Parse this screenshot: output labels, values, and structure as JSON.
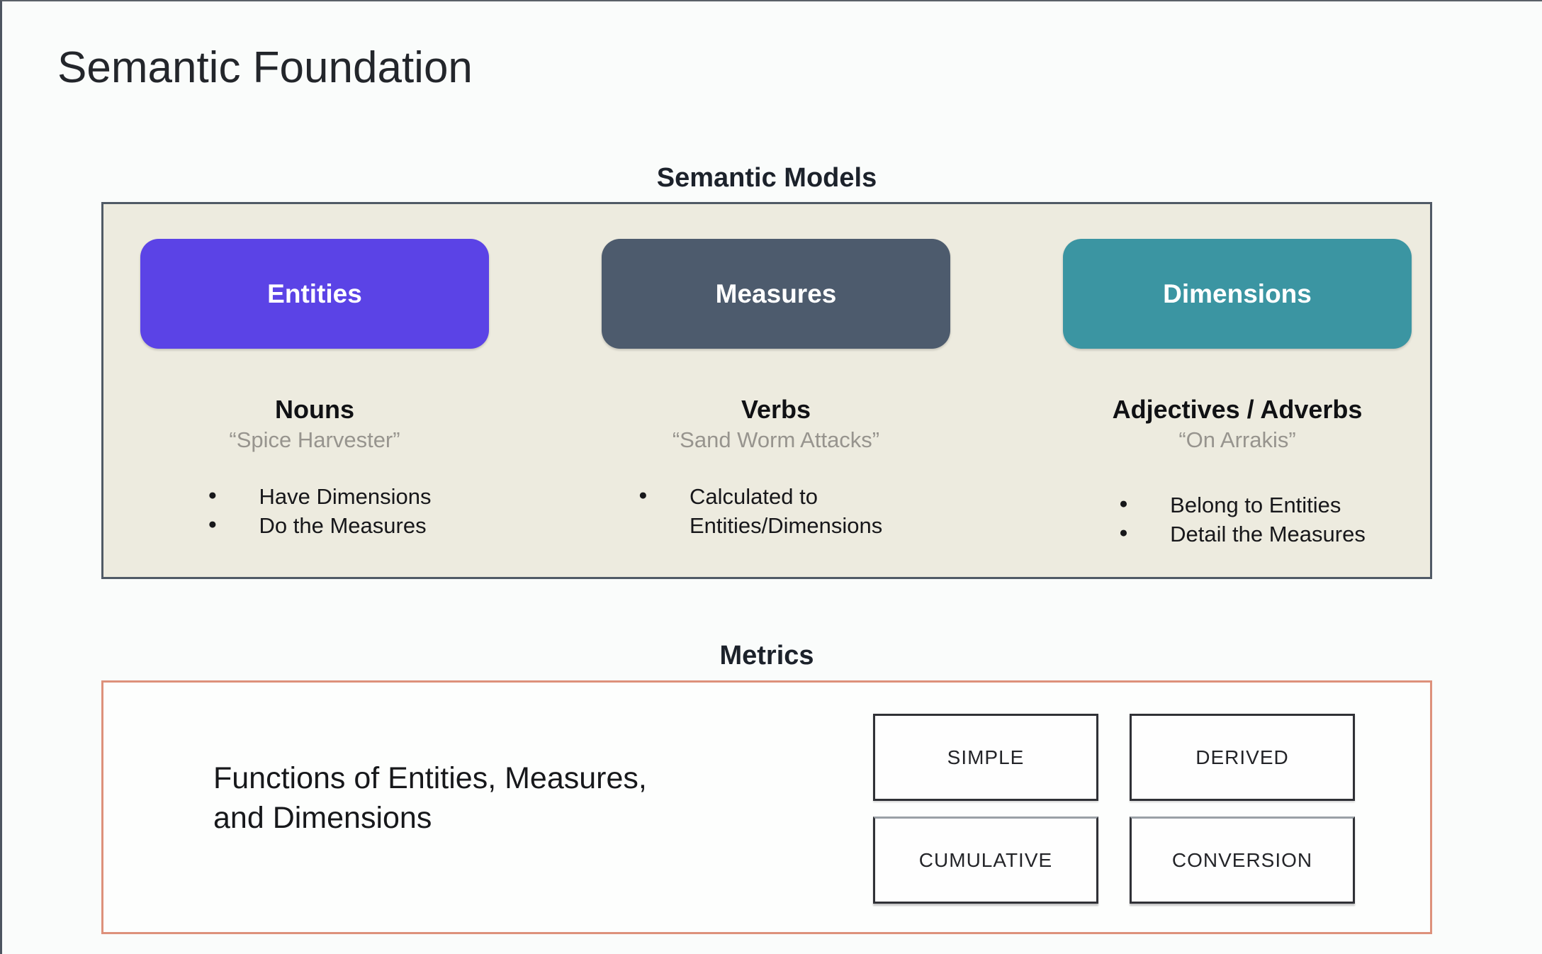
{
  "title": "Semantic Foundation",
  "semantic_models": {
    "heading": "Semantic Models",
    "columns": [
      {
        "pill": "Entities",
        "pill_color": "#5b43e6",
        "category": "Nouns",
        "example": "“Spice Harvester”",
        "bullets": [
          "Have Dimensions",
          "Do the Measures"
        ]
      },
      {
        "pill": "Measures",
        "pill_color": "#4d5b6d",
        "category": "Verbs",
        "example": "“Sand Worm Attacks”",
        "bullets": [
          "Calculated to Entities/Dimensions"
        ]
      },
      {
        "pill": "Dimensions",
        "pill_color": "#3b95a2",
        "category": "Adjectives / Adverbs",
        "example": "“On Arrakis”",
        "bullets": [
          "Belong to Entities",
          "Detail the Measures"
        ]
      }
    ]
  },
  "metrics": {
    "heading": "Metrics",
    "description_line1": "Functions of Entities, Measures,",
    "description_line2": "and Dimensions",
    "types": [
      "SIMPLE",
      "DERIVED",
      "CUMULATIVE",
      "CONVERSION"
    ]
  },
  "colors": {
    "models_panel_bg": "#edebdf",
    "models_panel_border": "#505a66",
    "metrics_panel_border": "#dd917b",
    "entities_pill": "#5b43e6",
    "measures_pill": "#4d5b6d",
    "dimensions_pill": "#3b95a2"
  }
}
